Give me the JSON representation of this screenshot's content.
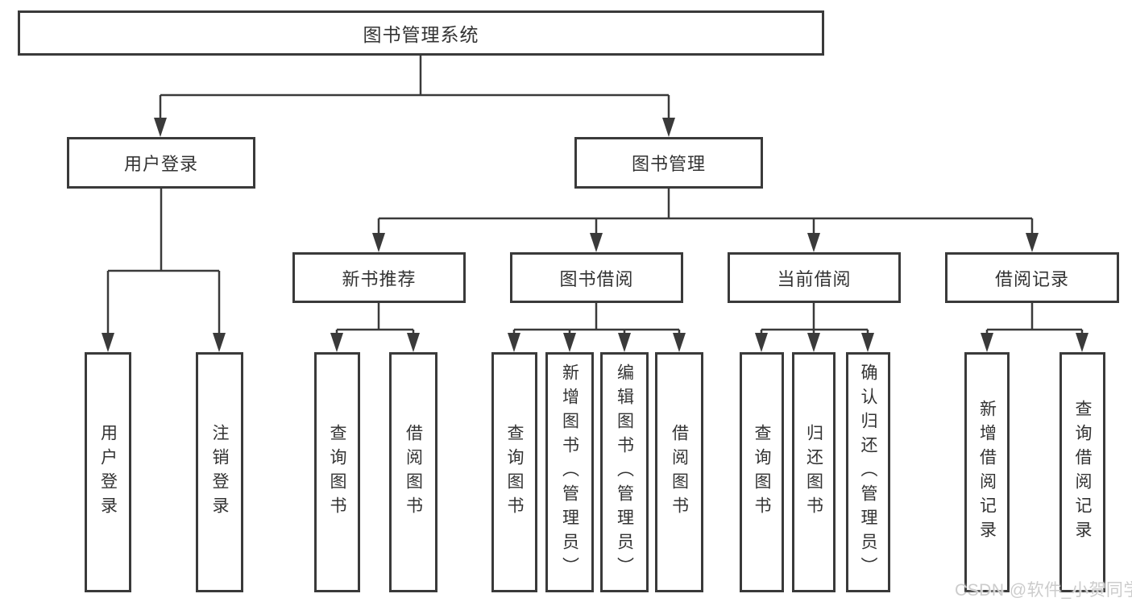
{
  "diagram": {
    "root": {
      "label": "图书管理系统"
    },
    "branches": [
      {
        "label": "用户登录",
        "children": [
          "用户登录",
          "注销登录"
        ]
      },
      {
        "label": "图书管理",
        "sections": [
          {
            "label": "新书推荐",
            "children": [
              "查询图书",
              "借阅图书"
            ]
          },
          {
            "label": "图书借阅",
            "children": [
              "查询图书",
              "新增图书（管理员）",
              "编辑图书（管理员）",
              "借阅图书"
            ]
          },
          {
            "label": "当前借阅",
            "children": [
              "查询图书",
              "归还图书",
              "确认归还（管理员）"
            ]
          },
          {
            "label": "借阅记录",
            "children": [
              "新增借阅记录",
              "查询借阅记录"
            ]
          }
        ]
      }
    ]
  },
  "watermark": "CSDN @软件_小贺同学",
  "colors": {
    "line": "#3a3a3a",
    "box_border": "#3a3a3a",
    "text": "#333333",
    "watermark_text": "#cccccc",
    "background": "#ffffff"
  }
}
